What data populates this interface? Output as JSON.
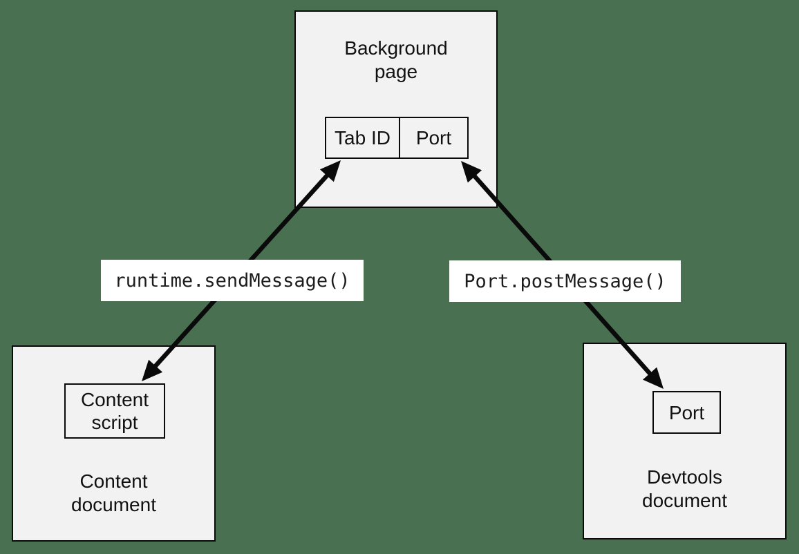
{
  "scene": {
    "background_color": "#487051",
    "box_fill": "#f2f2f2",
    "border_color": "#0a0a0a",
    "label_bg": "#ffffff",
    "arrow_color": "#0a0a0a"
  },
  "background_page": {
    "title_line1": "Background",
    "title_line2": "page",
    "tab_id_cell": "Tab ID",
    "port_cell": "Port"
  },
  "content_document": {
    "title_line1": "Content",
    "title_line2": "document",
    "inner_line1": "Content",
    "inner_line2": "script"
  },
  "devtools_document": {
    "title_line1": "Devtools",
    "title_line2": "document",
    "inner": "Port"
  },
  "arrows": {
    "runtime_label": "runtime.sendMessage()",
    "port_label": "Port.postMessage()"
  }
}
